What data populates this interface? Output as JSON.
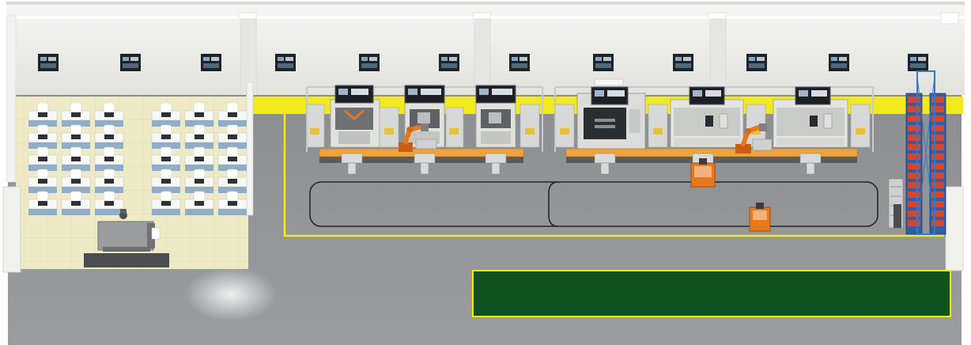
{
  "scene": {
    "wall_monitor_count": 12,
    "classroom_desk_rows": 5,
    "classroom_desk_columns": 6,
    "machining_stations": [
      "lathe",
      "cnc-mill-1",
      "cnc-mill-2",
      "machining-center",
      "cnc-cabinet-1",
      "cnc-cabinet-2"
    ],
    "robot_arm_count": 2,
    "agv_count": 2,
    "storage_racks": 2
  },
  "colors": {
    "wall": "#eeeeea",
    "floor": "#8e9092",
    "classroom_floor": "#eeeac4",
    "desk_panel": "#8faec8",
    "safety_yellow": "#f2ea1c",
    "conveyor_orange": "#f1a23a",
    "robot_orange": "#e8781e",
    "green_zone": "#0f5220",
    "rack_blue": "#3478c8",
    "rack_bin_red": "#d8452a"
  }
}
